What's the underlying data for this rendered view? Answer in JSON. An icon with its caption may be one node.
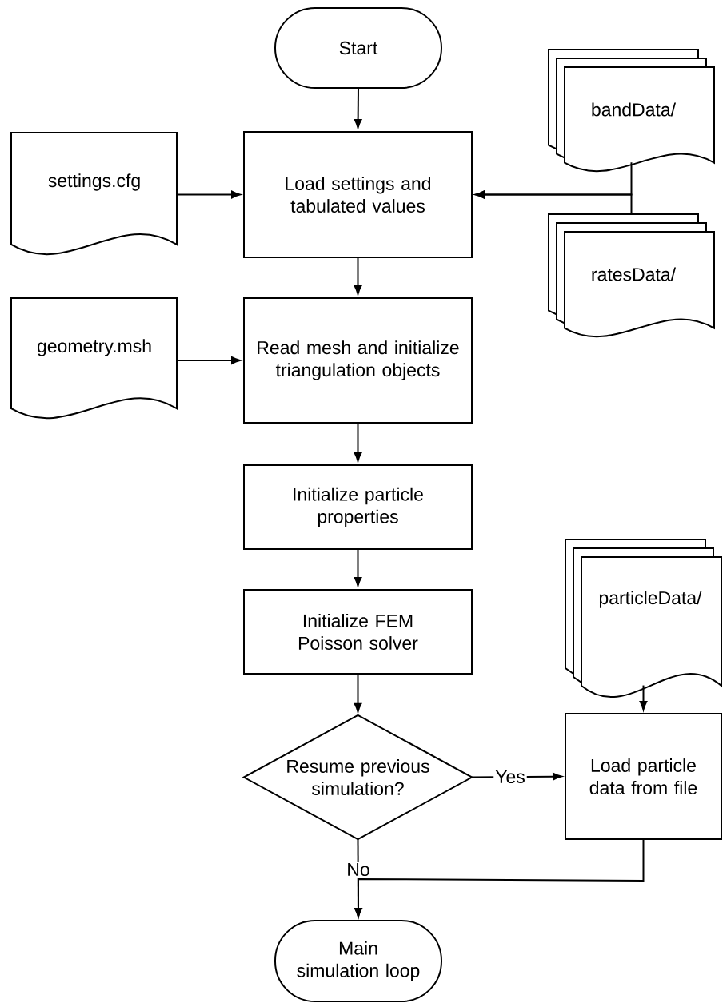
{
  "diagram": {
    "nodes": [
      {
        "text": [
          "Start"
        ]
      },
      {
        "text": [
          "Load settings and tabulated values"
        ]
      },
      {
        "text": [
          "settings.cfg"
        ]
      },
      {
        "text": [
          "bandData/"
        ]
      },
      {
        "text": [
          "ratesData/"
        ]
      },
      {
        "text": [
          "Read mesh and initialize triangulation objects"
        ]
      },
      {
        "text": [
          "geometry.msh"
        ]
      },
      {
        "text": [
          "Initialize particle properties"
        ]
      },
      {
        "text": [
          "Initialize FEM Poisson solver"
        ]
      },
      {
        "text": [
          "Resume previous simulation?"
        ]
      },
      {
        "text": [
          "particleData/"
        ]
      },
      {
        "text": [
          "Load particle data from file"
        ]
      },
      {
        "text": [
          "Main simulation loop"
        ]
      }
    ],
    "edges": [
      {
        "from": 0,
        "to": 1,
        "arrow": "to"
      },
      {
        "from": 2,
        "to": 1,
        "arrow": "to"
      },
      {
        "from": 3,
        "to": 1,
        "arrow": "to"
      },
      {
        "from": 4,
        "to": 1,
        "arrow": "to"
      },
      {
        "from": 1,
        "to": 5,
        "arrow": "to"
      },
      {
        "from": 6,
        "to": 5,
        "arrow": "to"
      },
      {
        "from": 5,
        "to": 7,
        "arrow": "to"
      },
      {
        "from": 7,
        "to": 8,
        "arrow": "to"
      },
      {
        "from": 8,
        "to": 9,
        "arrow": "to"
      },
      {
        "from": 9,
        "to": 11,
        "arrow": "to",
        "label": "Yes"
      },
      {
        "from": 10,
        "to": 11,
        "arrow": "to"
      },
      {
        "from": 9,
        "to": 12,
        "arrow": "to",
        "label": "No"
      },
      {
        "from": 11,
        "to": 12,
        "arrow": "to"
      }
    ]
  }
}
